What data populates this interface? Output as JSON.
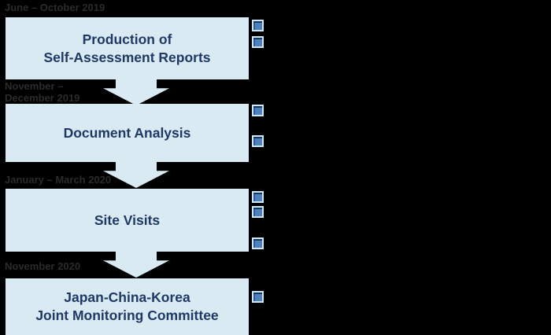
{
  "diagram": {
    "title": "Monitoring process flowchart",
    "stages": [
      {
        "date_lines": [
          "June – October 2019"
        ],
        "title_lines": [
          "Production of",
          "Self-Assessment Reports"
        ],
        "bullet_count": 2
      },
      {
        "date_lines": [
          "November –",
          "December 2019"
        ],
        "title_lines": [
          "Document Analysis"
        ],
        "bullet_count": 2
      },
      {
        "date_lines": [
          "January – March 2020"
        ],
        "title_lines": [
          "Site Visits"
        ],
        "bullet_count": 3
      },
      {
        "date_lines": [
          "November 2020"
        ],
        "title_lines": [
          "Japan-China-Korea",
          "Joint Monitoring Committee"
        ],
        "bullet_count": 1
      }
    ],
    "colors": {
      "background": "#000000",
      "box_fill": "#d9eaf3",
      "box_text": "#1f3864",
      "arrow_fill": "#d9eaf3",
      "date_text": "#2b2b2b",
      "bullet_fill": "#4f81bd",
      "bullet_dark_edge": "#17375e",
      "bullet_frame": "#cde9f8"
    }
  }
}
